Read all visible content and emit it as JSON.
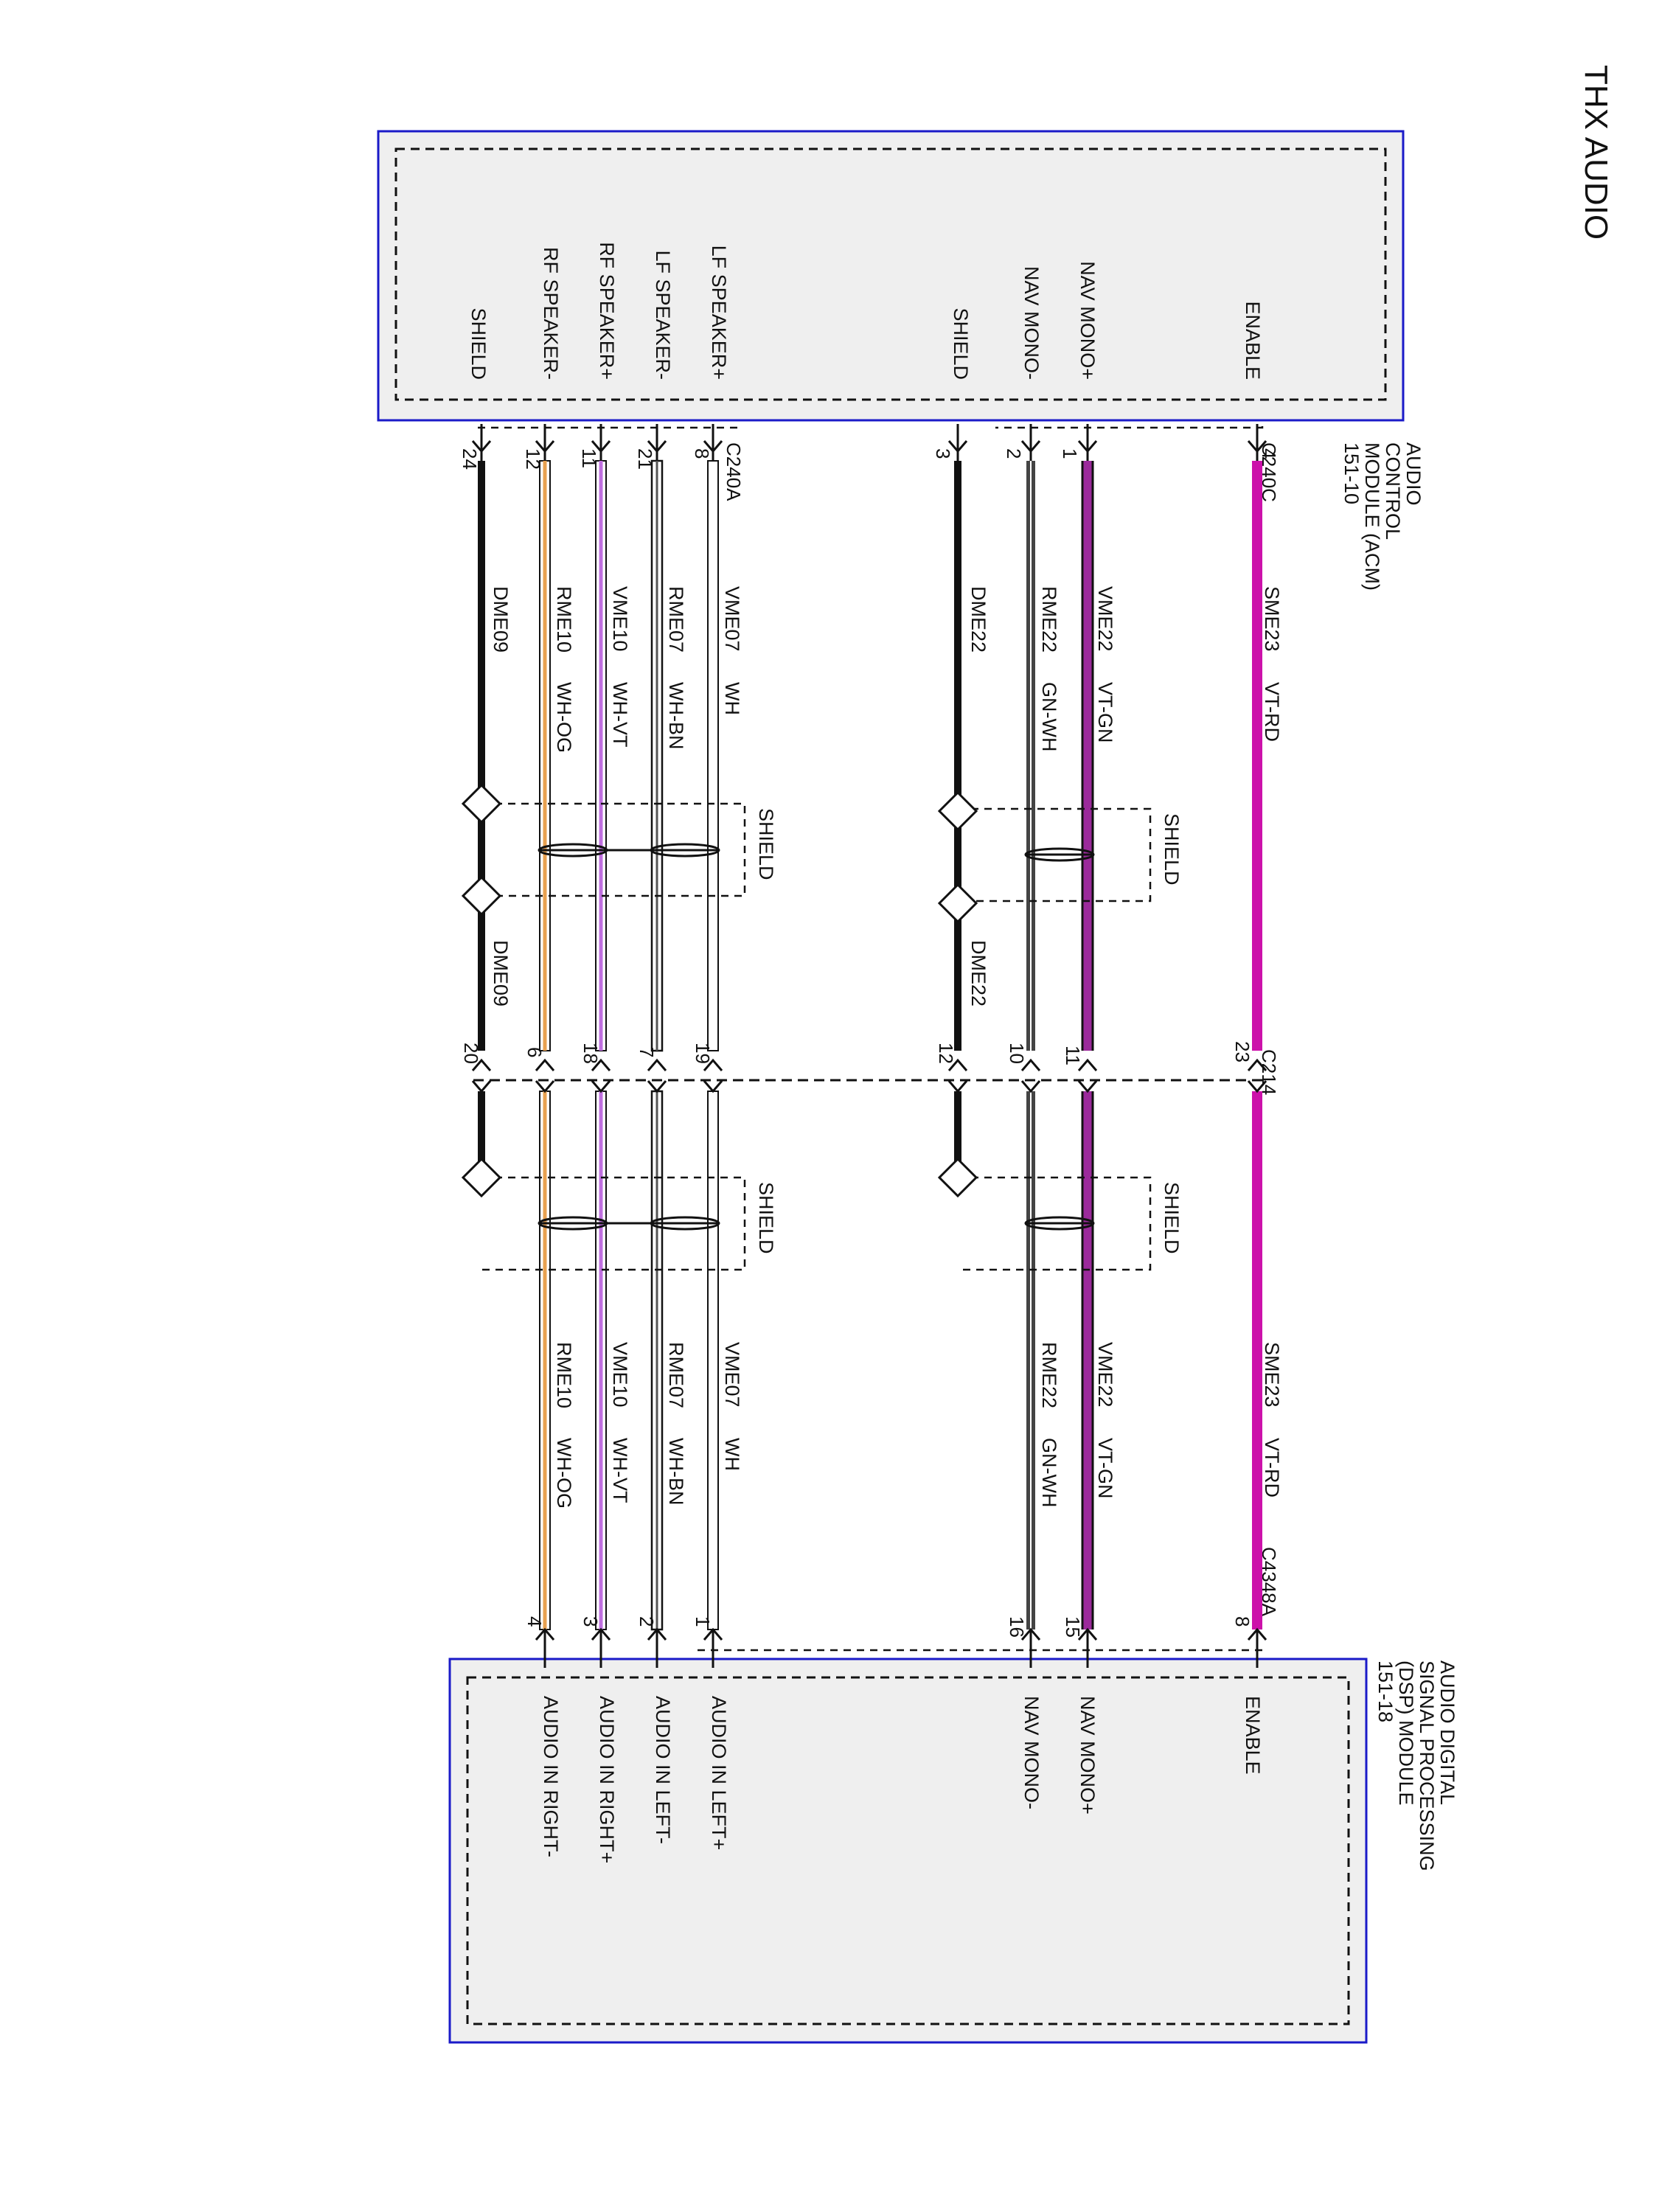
{
  "title": "THX AUDIO",
  "colors": {
    "module_border": "#1a1ac8",
    "module_fill": "#efefef",
    "wire_magenta": "#cc11aa",
    "wire_violet": "#c070e0",
    "wire_orange": "#e8a050",
    "wire_black": "#111111"
  },
  "acm": {
    "name_lines": [
      "AUDIO",
      "CONTROL",
      "MODULE (ACM)",
      "151-10"
    ],
    "connector_c240c": "C240C",
    "connector_c240a": "C240A",
    "pins": {
      "enable": "ENABLE",
      "nav_mono_pos": "NAV MONO+",
      "nav_mono_neg": "NAV MONO-",
      "shield_nav": "SHIELD",
      "lf_spk_pos": "LF SPEAKER+",
      "lf_spk_neg": "LF SPEAKER-",
      "rf_spk_pos": "RF SPEAKER+",
      "rf_spk_neg": "RF SPEAKER-",
      "shield_spk": "SHIELD"
    }
  },
  "dsp": {
    "name_lines": [
      "AUDIO DIGITAL",
      "SIGNAL PROCESSING",
      "(DSP) MODULE",
      "151-18"
    ],
    "connector": "C4348A",
    "pins": {
      "enable": "ENABLE",
      "nav_mono_pos": "NAV MONO+",
      "nav_mono_neg": "NAV MONO-",
      "audio_left_pos": "AUDIO IN LEFT+",
      "audio_left_neg": "AUDIO IN LEFT-",
      "audio_right_pos": "AUDIO IN RIGHT+",
      "audio_right_neg": "AUDIO IN RIGHT-"
    }
  },
  "inline_connector": "C214",
  "shield_label": "SHIELD",
  "wires": [
    {
      "id": "enable",
      "circuit": "SME23",
      "color": "VT-RD",
      "acm_pin": "4",
      "c214_left": "23",
      "dsp_pin": "8"
    },
    {
      "id": "nav_pos",
      "circuit": "VME22",
      "color": "VT-GN",
      "acm_pin": "1",
      "c214_left": "11",
      "dsp_pin": "15"
    },
    {
      "id": "nav_neg",
      "circuit": "RME22",
      "color": "GN-WH",
      "acm_pin": "2",
      "c214_left": "10",
      "dsp_pin": "16"
    },
    {
      "id": "nav_drain",
      "circuit": "DME22",
      "color": "",
      "acm_pin": "3",
      "c214_left": "12",
      "dsp_pin": ""
    },
    {
      "id": "lf_pos",
      "circuit": "VME07",
      "color": "WH",
      "acm_pin": "8",
      "c214_left": "19",
      "dsp_pin": "1"
    },
    {
      "id": "lf_neg",
      "circuit": "RME07",
      "color": "WH-BN",
      "acm_pin": "21",
      "c214_left": "7",
      "dsp_pin": "2"
    },
    {
      "id": "rf_pos",
      "circuit": "VME10",
      "color": "WH-VT",
      "acm_pin": "11",
      "c214_left": "18",
      "dsp_pin": "3"
    },
    {
      "id": "rf_neg",
      "circuit": "RME10",
      "color": "WH-OG",
      "acm_pin": "12",
      "c214_left": "6",
      "dsp_pin": "4"
    },
    {
      "id": "spk_drain",
      "circuit": "DME09",
      "color": "",
      "acm_pin": "24",
      "c214_left": "20",
      "dsp_pin": ""
    }
  ]
}
